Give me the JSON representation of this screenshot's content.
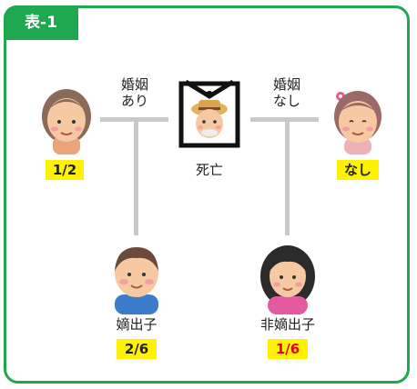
{
  "table_tag": "表-1",
  "colors": {
    "accent": "#1fa84f",
    "highlight": "#fff200",
    "red_text": "#e8001c",
    "line": "#c9c9c9"
  },
  "spouse_left": {
    "share": "1/2",
    "icon": "elderly-woman-icon"
  },
  "spouse_right": {
    "share": "なし",
    "icon": "elderly-woman-icon"
  },
  "deceased": {
    "label": "死亡",
    "icon": "memorial-portrait-icon"
  },
  "marriage_left": {
    "line1": "婚姻",
    "line2": "あり"
  },
  "marriage_right": {
    "line1": "婚姻",
    "line2": "なし"
  },
  "child_legit": {
    "label": "嫡出子",
    "share": "2/6",
    "icon": "man-icon"
  },
  "child_illegit": {
    "label": "非嫡出子",
    "share": "1/6",
    "icon": "woman-icon"
  }
}
